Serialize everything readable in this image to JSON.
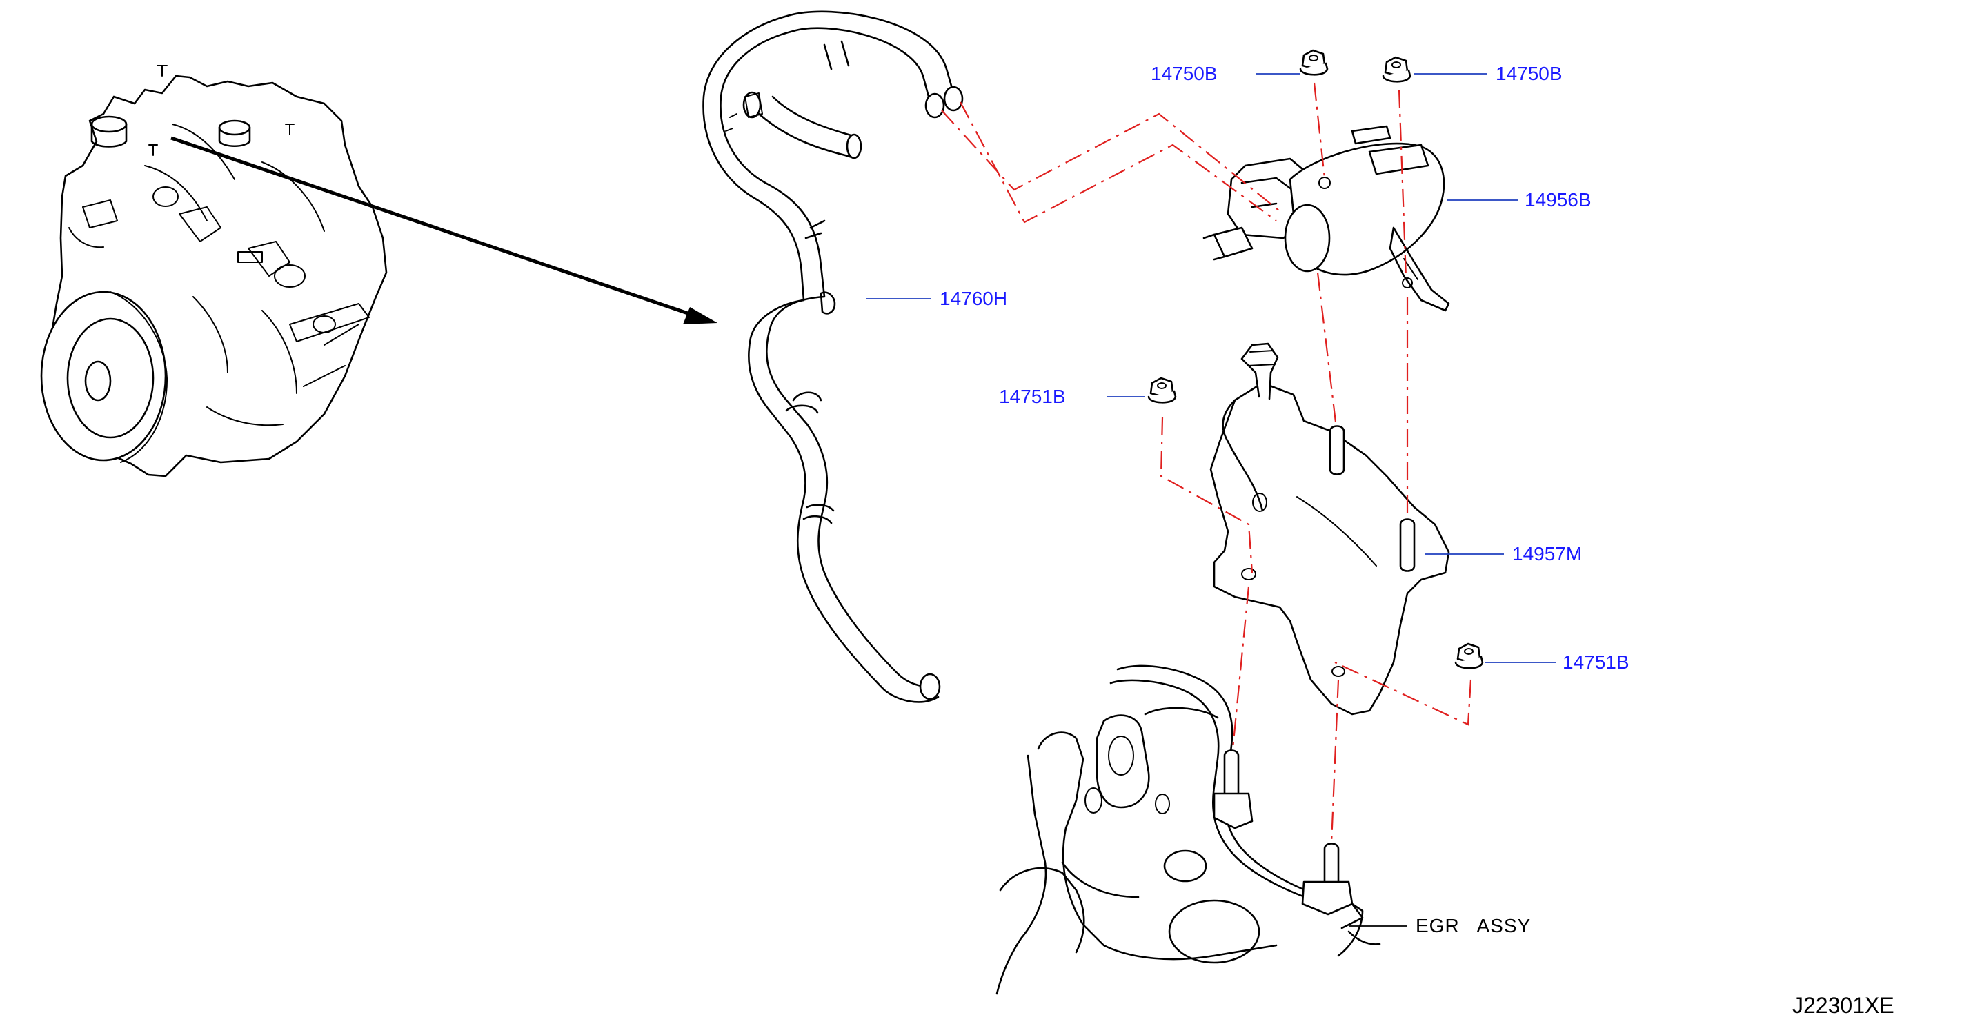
{
  "callouts": {
    "nut_top_left": "14750B",
    "nut_top_right": "14750B",
    "valve": "14956B",
    "hose": "14760H",
    "nut_mid_left": "14751B",
    "bracket": "14957M",
    "nut_right": "14751B",
    "egr": "EGR   ASSY"
  },
  "diagram_code": "J22301XE",
  "colors": {
    "part_line": "#000000",
    "phantom_line": "#e0201f",
    "callout_text": "#1a1aff",
    "leader_line": "#1f3fbf"
  }
}
